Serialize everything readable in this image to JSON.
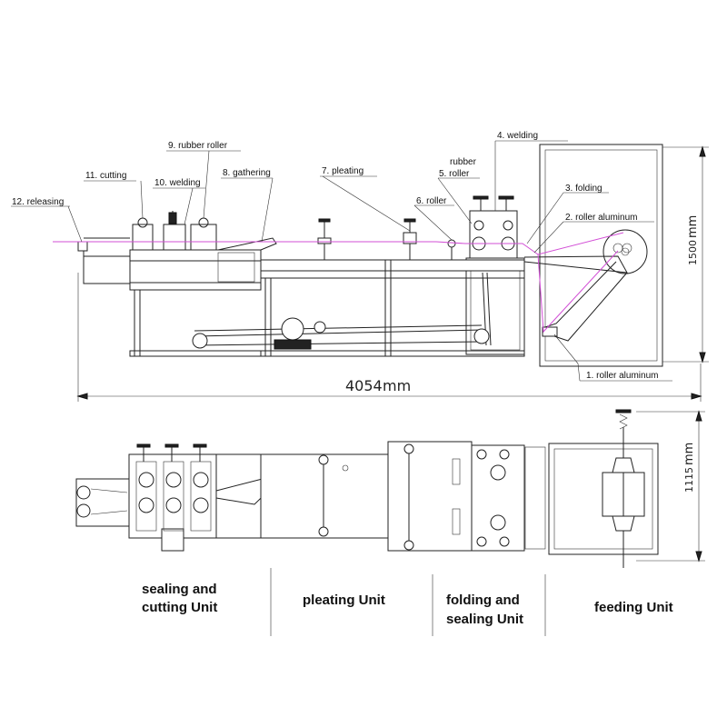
{
  "callouts": [
    {
      "id": "c1",
      "text": "1. roller aluminum"
    },
    {
      "id": "c2",
      "text": "2. roller aluminum"
    },
    {
      "id": "c3",
      "text": "3. folding"
    },
    {
      "id": "c4",
      "text": "4. welding"
    },
    {
      "id": "c5a",
      "text": "rubber"
    },
    {
      "id": "c5b",
      "text": "5. roller"
    },
    {
      "id": "c6",
      "text": "6. roller"
    },
    {
      "id": "c7",
      "text": "7. pleating"
    },
    {
      "id": "c8",
      "text": "8. gathering"
    },
    {
      "id": "c9",
      "text": "9. rubber roller"
    },
    {
      "id": "c10",
      "text": "10. welding"
    },
    {
      "id": "c11",
      "text": "11. cutting"
    },
    {
      "id": "c12",
      "text": "12. releasing"
    }
  ],
  "dimensions": {
    "length": {
      "value": "4054",
      "unit": "mm"
    },
    "height": {
      "value": "1500",
      "unit": "mm"
    },
    "width": {
      "value": "1115",
      "unit": "mm"
    }
  },
  "units": [
    {
      "line1": "sealing and",
      "line2": "cutting Unit"
    },
    {
      "line1": "pleating Unit",
      "line2": ""
    },
    {
      "line1": "folding and",
      "line2": "sealing Unit"
    },
    {
      "line1": "feeding Unit",
      "line2": ""
    }
  ],
  "colors": {
    "material_line": "#d24fd6",
    "drawing": "#222222"
  }
}
